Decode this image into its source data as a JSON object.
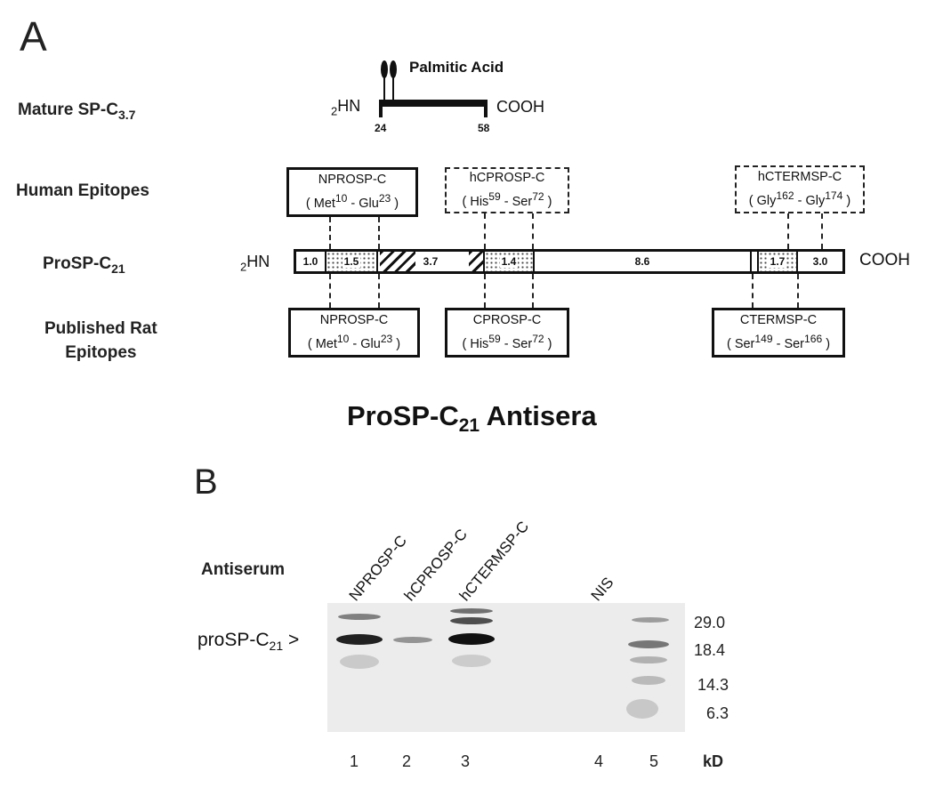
{
  "panel_a": {
    "label": "A",
    "mature": {
      "row_label": "Mature SP-C",
      "row_label_sub": "3.7",
      "n_term_sub": "2",
      "n_term": "HN",
      "c_term": "COOH",
      "lipid": "Palmitic Acid",
      "start": "24",
      "end": "58"
    },
    "human_label": "Human Epitopes",
    "prosp_label": "ProSP-C",
    "prosp_label_sub": "21",
    "rat_label_line1": "Published Rat",
    "rat_label_line2": "Epitopes",
    "bar": {
      "n_sub": "2",
      "n_term": "HN",
      "c_term": "COOH",
      "segments": [
        "1.0",
        "1.5",
        "3.7",
        "1.4",
        "8.6",
        "1.7",
        "3.0"
      ]
    },
    "human_epitopes": [
      {
        "name": "NPROSP-C",
        "a": "Met",
        "a_sup": "10",
        "b": "Glu",
        "b_sup": "23"
      },
      {
        "name": "hCPROSP-C",
        "a": "His",
        "a_sup": "59",
        "b": "Ser",
        "b_sup": "72"
      },
      {
        "name": "hCTERMSP-C",
        "a": "Gly",
        "a_sup": "162",
        "b": "Gly",
        "b_sup": "174"
      }
    ],
    "rat_epitopes": [
      {
        "name": "NPROSP-C",
        "a": "Met",
        "a_sup": "10",
        "b": "Glu",
        "b_sup": "23"
      },
      {
        "name": "CPROSP-C",
        "a": "His",
        "a_sup": "59",
        "b": "Ser",
        "b_sup": "72"
      },
      {
        "name": "CTERMSP-C",
        "a": "Ser",
        "a_sup": "149",
        "b": "Ser",
        "b_sup": "166"
      }
    ]
  },
  "title": {
    "main": "ProSP-C",
    "sub": "21",
    "tail": " Antisera"
  },
  "panel_b": {
    "label": "B",
    "antiserum_label": "Antiserum",
    "band_label": "proSP-C",
    "band_label_sub": "21",
    "band_arrow": ">",
    "lanes": [
      "NPROSP-C",
      "hCPROSP-C",
      "hCTERMSP-C",
      "NIS"
    ],
    "lane_numbers": [
      "1",
      "2",
      "3",
      "4",
      "5",
      "kD"
    ],
    "markers": [
      "29.0",
      "18.4",
      "14.3",
      "6.3"
    ]
  }
}
